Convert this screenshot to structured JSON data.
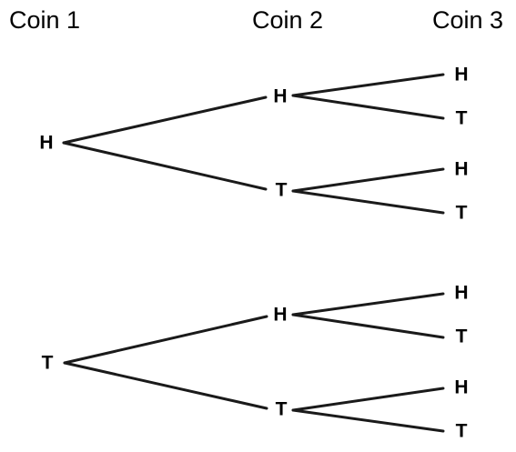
{
  "headers": {
    "coin1": "Coin 1",
    "coin2": "Coin 2",
    "coin3": "Coin 3"
  },
  "tree": {
    "level1": [
      "H",
      "T"
    ],
    "level2": [
      "H",
      "T",
      "H",
      "T"
    ],
    "level3": [
      "H",
      "T",
      "H",
      "T",
      "H",
      "T",
      "H",
      "T"
    ]
  },
  "colors": {
    "ink": "#000000",
    "line": "#1a1a1a",
    "background": "#ffffff"
  }
}
